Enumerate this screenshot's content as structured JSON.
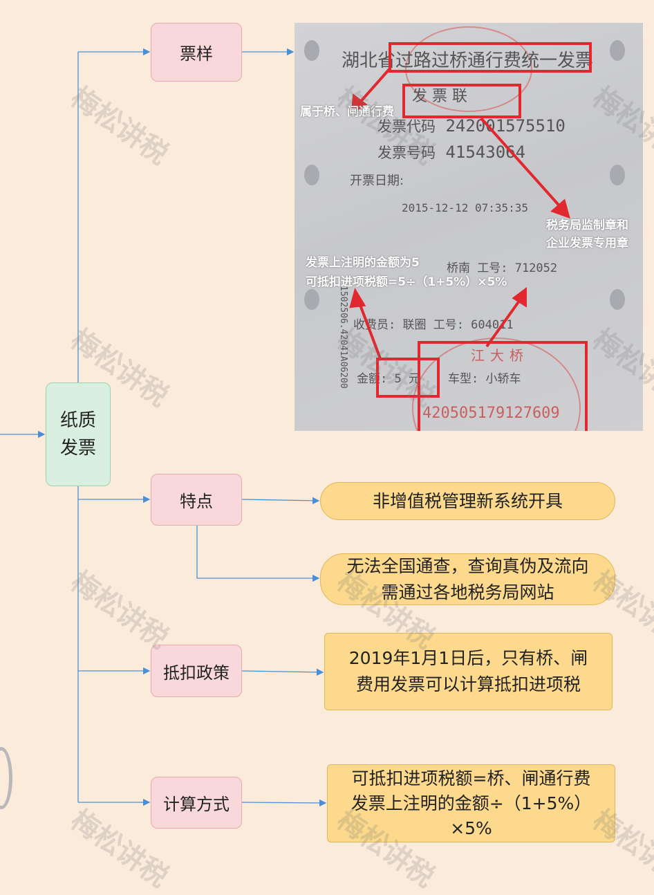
{
  "root": {
    "label_line1": "纸质",
    "label_line2": "发票"
  },
  "branches": {
    "sample": {
      "label": "票样"
    },
    "features": {
      "label": "特点",
      "items": [
        {
          "text": "非增值税管理新系统开具"
        },
        {
          "line1": "无法全国通查，查询真伪及流向",
          "line2": "需通过各地税务局网站"
        }
      ]
    },
    "policy": {
      "label": "抵扣政策",
      "line1": "2019年1月1日后，只有桥、闸",
      "line2": "费用发票可以计算抵扣进项税"
    },
    "calc": {
      "label": "计算方式",
      "line1": "可抵扣进项税额=桥、闸通行费",
      "line2": "发票上注明的金额÷（1+5%）",
      "line3": "×5%"
    }
  },
  "invoice_photo": {
    "title_prefix": "湖北省",
    "title": "过路过桥通行费统一发票",
    "copy": "发  票  联",
    "code_label": "发票代码",
    "code": "242001575510",
    "number_label": "发票号码",
    "number": "41543064",
    "date_label": "开票日期:",
    "date": "2015-12-12  07:35:35",
    "line_a": "桥南      工号: 712052",
    "line_b": "收费员: 联圈    工号: 604011",
    "amount_label": "金额: 5 元",
    "vehicle": "车型: 小轿车",
    "stamp_top": "江大桥",
    "stamp_number": "420505179127609",
    "side_number": "1502506.42041A06200",
    "annotations": {
      "bridge": "属于桥、闸通行费",
      "stamps_line1": "税务局监制章和",
      "stamps_line2": "企业发票专用章",
      "amount_line1": "发票上注明的金额为5",
      "amount_line2": "可抵扣进项税额=5÷（1+5%）×5%"
    }
  },
  "watermark": "梅松讲税",
  "colors": {
    "background": "#fbebdb",
    "node_pink": "#f8d8da",
    "root_green": "#d9efe0",
    "leaf_yellow": "#fcd98c",
    "connector": "#4a8fd6",
    "annotation_red": "#e0282e"
  }
}
